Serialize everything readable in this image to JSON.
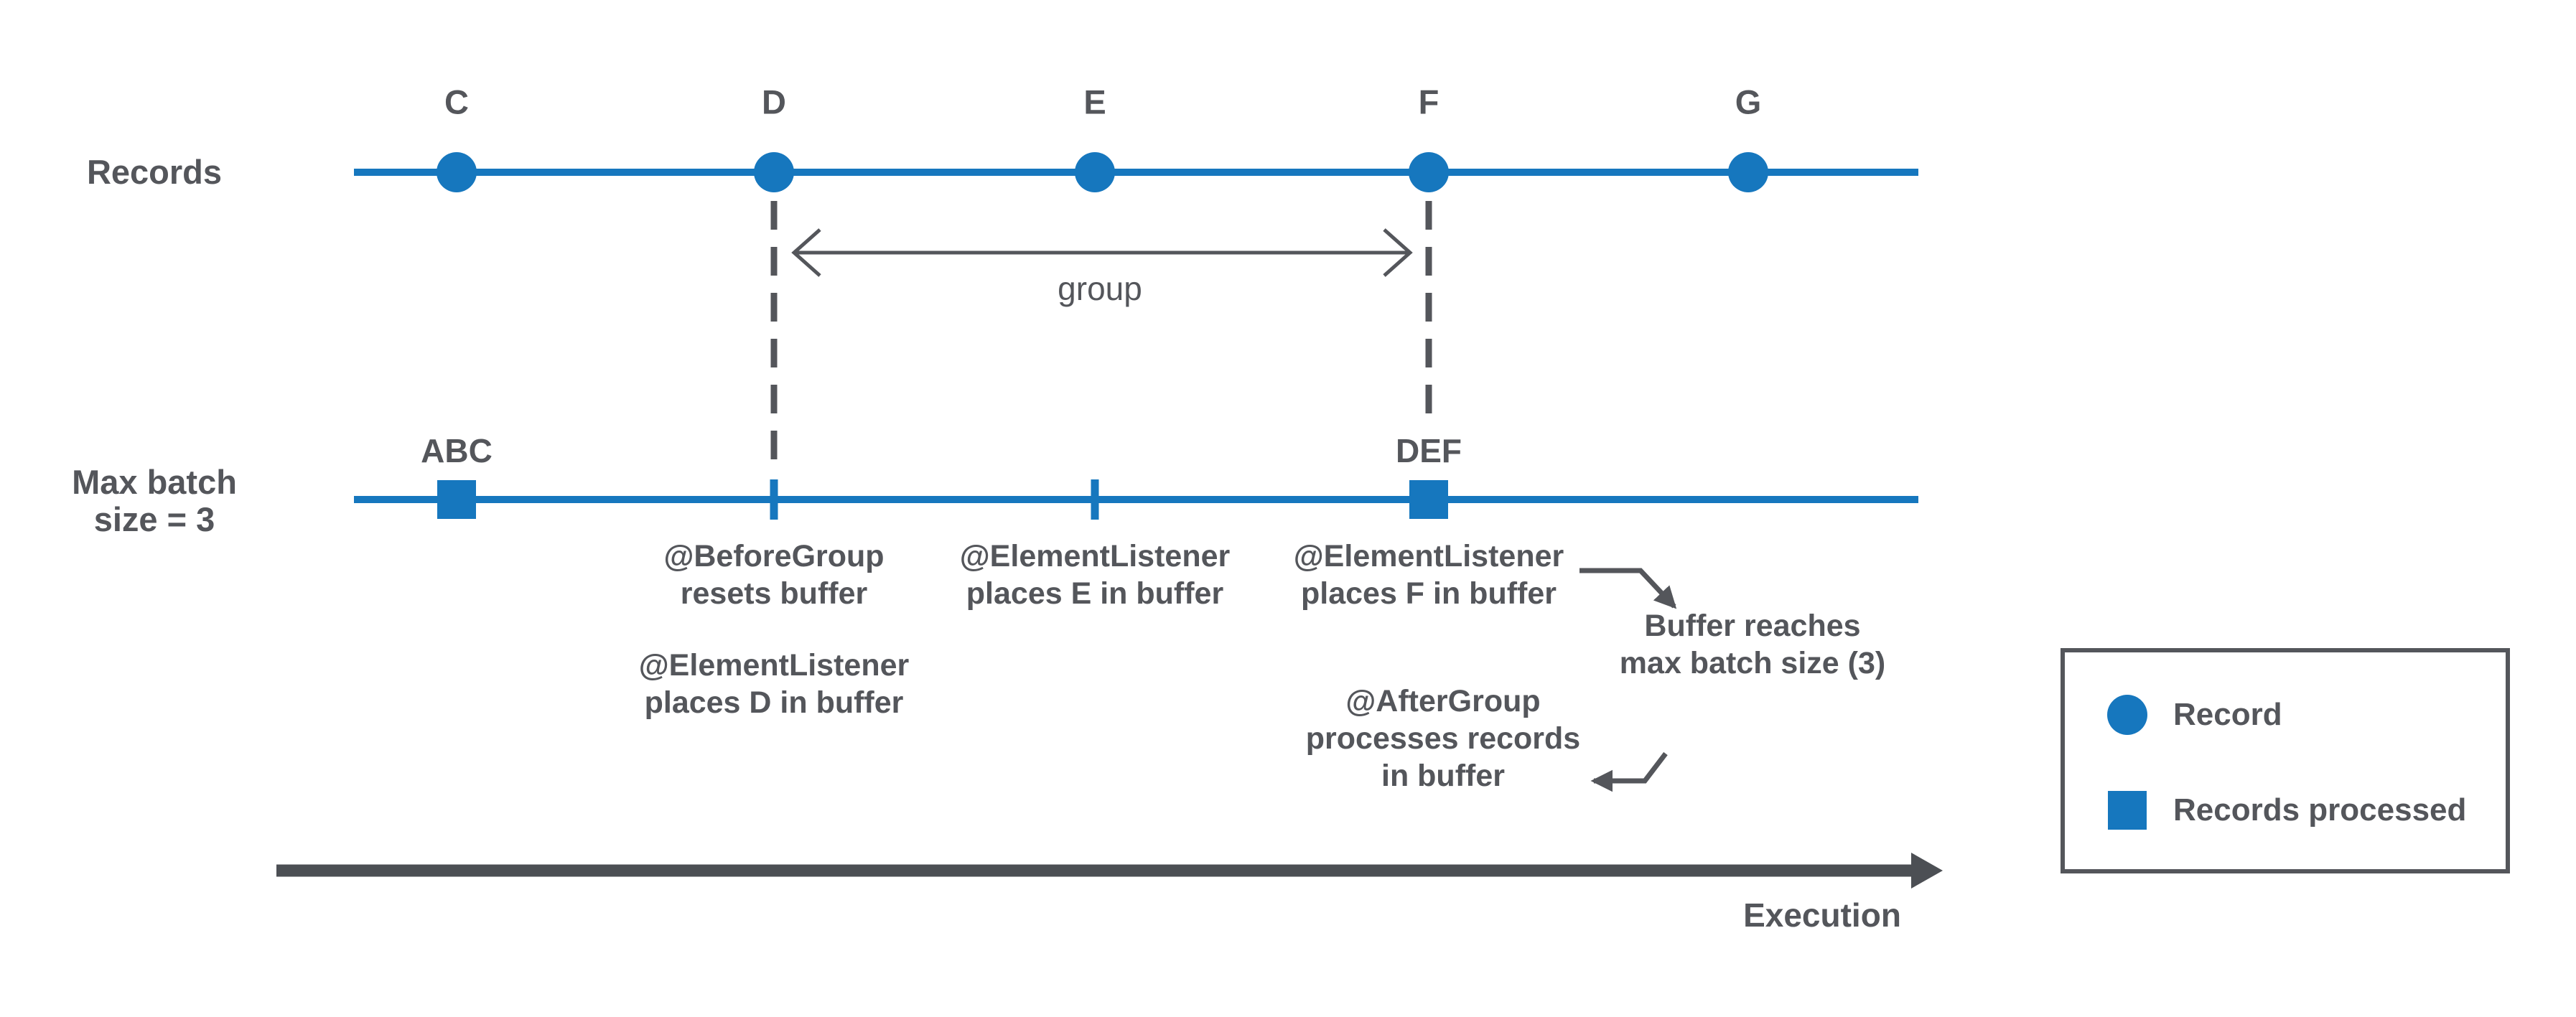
{
  "colors": {
    "record_blue": "#1677BE",
    "text_gray": "#54565B",
    "execution_dark_gray": "#4C4F54",
    "background": "#ffffff"
  },
  "records_row": {
    "label": "Records",
    "markers": [
      {
        "label": "C"
      },
      {
        "label": "D"
      },
      {
        "label": "E"
      },
      {
        "label": "F"
      },
      {
        "label": "G"
      }
    ]
  },
  "group": {
    "label": "group"
  },
  "batch_row": {
    "label_lines": [
      "Max batch",
      "size = 3"
    ],
    "batches": [
      {
        "label": "ABC"
      },
      {
        "label": "DEF"
      }
    ]
  },
  "annotations": {
    "before_group": {
      "lines": [
        "@BeforeGroup",
        "resets buffer"
      ]
    },
    "element_e": {
      "lines": [
        "@ElementListener",
        "places E in buffer"
      ]
    },
    "element_f": {
      "lines": [
        "@ElementListener",
        "places F in buffer"
      ]
    },
    "element_d": {
      "lines": [
        "@ElementListener",
        "places D in buffer"
      ]
    },
    "buffer_full": {
      "lines": [
        "Buffer reaches",
        "max batch size (3)"
      ]
    },
    "after_group": {
      "lines": [
        "@AfterGroup",
        "processes records",
        "in buffer"
      ]
    }
  },
  "execution": {
    "label": "Execution"
  },
  "legend": {
    "items": [
      {
        "symbol": "record-circle",
        "label": "Record"
      },
      {
        "symbol": "records-processed-square",
        "label": "Records processed"
      }
    ]
  }
}
